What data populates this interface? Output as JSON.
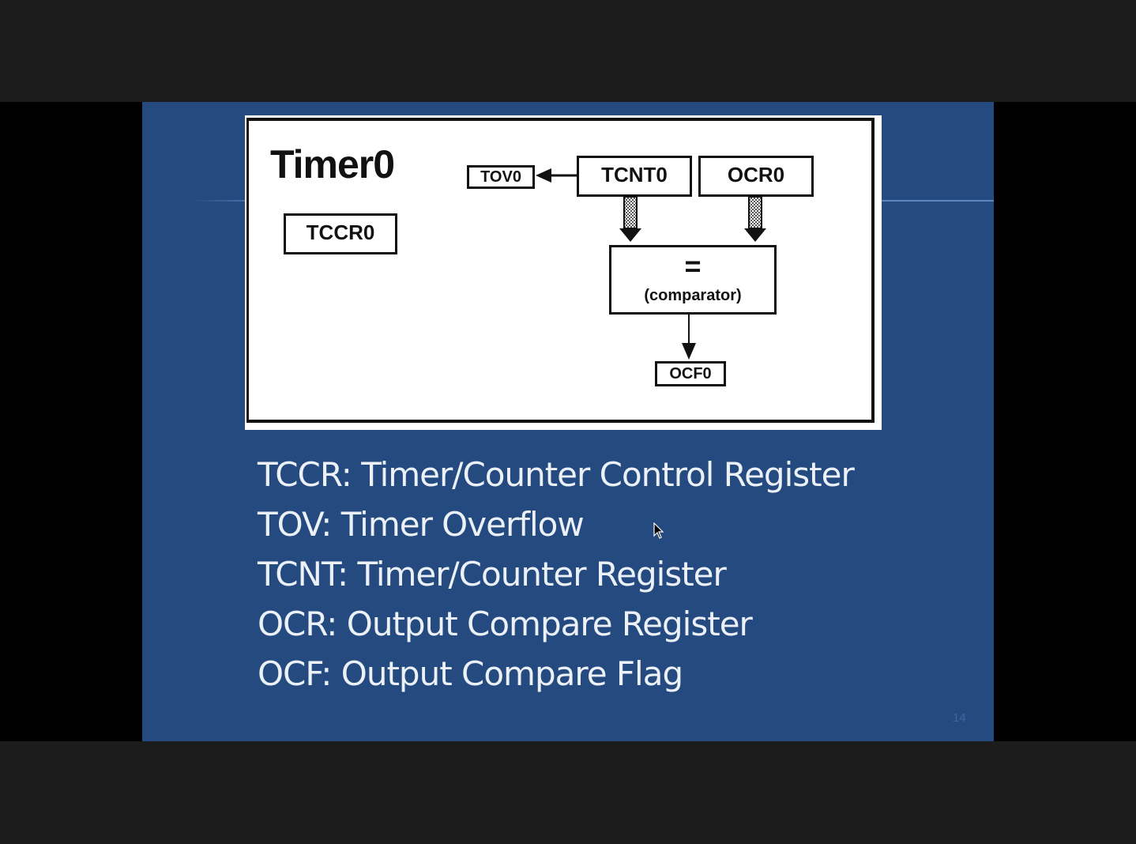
{
  "slide": {
    "number": "14",
    "figure": {
      "title": "Timer0",
      "registers": {
        "tccr0": "TCCR0",
        "tov0": "TOV0",
        "tcnt0": "TCNT0",
        "ocr0": "OCR0",
        "ocf0": "OCF0"
      },
      "comparator": {
        "symbol": "=",
        "label": "(comparator)"
      }
    },
    "legend": [
      "TCCR: Timer/Counter Control Register",
      "TOV: Timer Overflow",
      "TCNT: Timer/Counter Register",
      "OCR: Output Compare Register",
      "OCF: Output Compare Flag"
    ]
  },
  "colors": {
    "slide_background": "#244a7f",
    "viewer_background": "#1c1c1c",
    "legend_text": "#ecf1f8",
    "figure_background": "#ffffff"
  },
  "icons": [
    "mouse-pointer-icon"
  ]
}
